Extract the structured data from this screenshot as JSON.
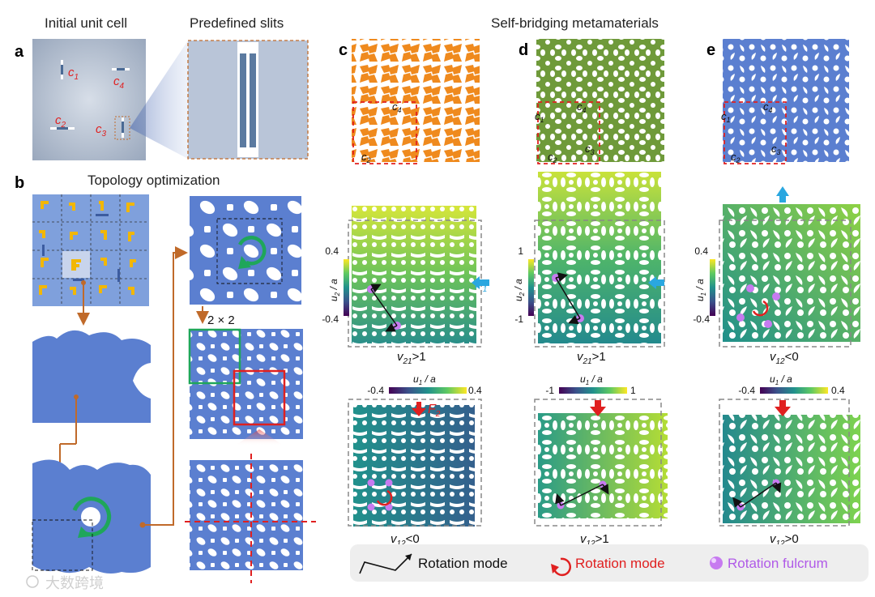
{
  "headers": {
    "initial_unit_cell": "Initial unit cell",
    "predefined_slits": "Predefined slits",
    "topology_optimization": "Topology optimization",
    "self_bridging": "Self-bridging metamaterials"
  },
  "panel_letters": {
    "a": "a",
    "b": "b",
    "c": "c",
    "d": "d",
    "e": "e"
  },
  "slit_labels": {
    "c1": "c",
    "c1_sub": "1",
    "c2": "c",
    "c2_sub": "2",
    "c3": "c",
    "c3_sub": "3",
    "c4": "c",
    "c4_sub": "4"
  },
  "array_label": "2 × 2",
  "forces": {
    "f1": "F",
    "f1_sub": "1",
    "f2": "F",
    "f2_sub": "2"
  },
  "colorbars": {
    "c_side": {
      "label": "u",
      "sub": "2",
      "tail": " / a",
      "max": "0.4",
      "min": "-0.4"
    },
    "d_side": {
      "label": "u",
      "sub": "2",
      "tail": " / a",
      "max": "1",
      "min": "-1"
    },
    "e_side": {
      "label": "u",
      "sub": "1",
      "tail": " / a",
      "max": "0.4",
      "min": "-0.4"
    },
    "c_top": {
      "label": "u",
      "sub": "1",
      "tail": " / a",
      "min": "-0.4",
      "max": "0.4"
    },
    "d_top": {
      "label": "u",
      "sub": "1",
      "tail": " / a",
      "min": "-1",
      "max": "1"
    },
    "e_top": {
      "label": "u",
      "sub": "1",
      "tail": " / a",
      "min": "-0.4",
      "max": "0.4"
    }
  },
  "poisson": {
    "c_mid": {
      "v": "v",
      "sub": "21",
      "rel": ">1"
    },
    "c_bot": {
      "v": "v",
      "sub": "12",
      "rel": "<0"
    },
    "d_mid": {
      "v": "v",
      "sub": "21",
      "rel": ">1"
    },
    "d_bot": {
      "v": "v",
      "sub": "12",
      "rel": ">1"
    },
    "e_mid": {
      "v": "v",
      "sub": "12",
      "rel": "<0"
    },
    "e_bot": {
      "v": "v",
      "sub": "12",
      "rel": ">0"
    }
  },
  "legend": {
    "rotation_mode_1": "Rotation mode",
    "rotation_mode_2": "Rotation mode",
    "rotation_fulcrum": "Rotation fulcrum"
  },
  "watermark": "大数跨境",
  "colors": {
    "blue_unit": "#5b7fd0",
    "orange": "#ef8a1e",
    "green": "#6f9a3a",
    "red_dash": "#e02020",
    "accent_cyan": "#2aa7e0",
    "rotation_green": "#1fa65a",
    "brown_arrow": "#c06a2a",
    "fulcrum": "#c77bf0"
  }
}
